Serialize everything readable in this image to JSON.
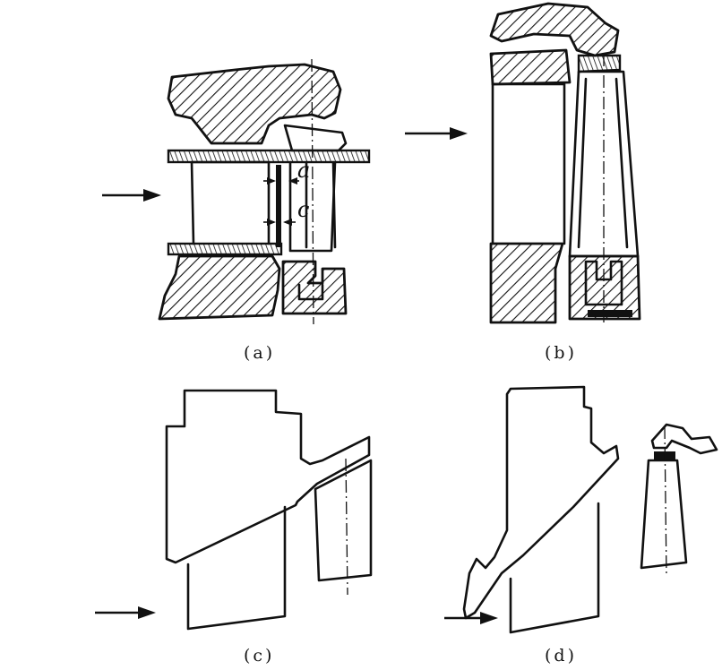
{
  "panels": [
    {
      "id": "a",
      "caption": "(a)"
    },
    {
      "id": "b",
      "caption": "(b)"
    },
    {
      "id": "c",
      "caption": "(c)"
    },
    {
      "id": "d",
      "caption": "(d)"
    }
  ],
  "dimension_labels": {
    "a": "a",
    "c": "c"
  }
}
